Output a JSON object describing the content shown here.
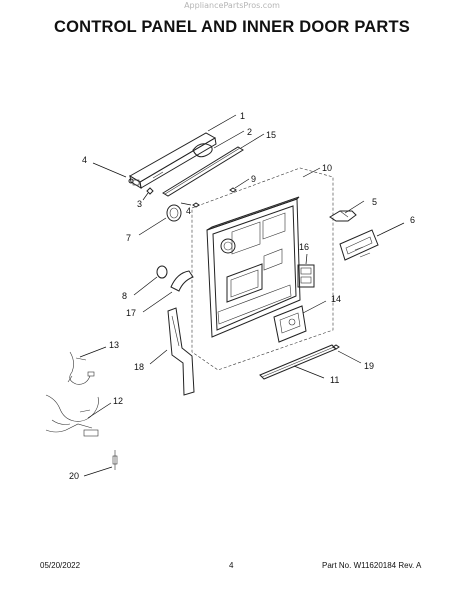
{
  "watermark": "AppliancePartsPros.com",
  "title": "CONTROL PANEL AND INNER DOOR PARTS",
  "callouts": [
    "1",
    "2",
    "15",
    "4",
    "3",
    "9",
    "10",
    "5",
    "6",
    "7",
    "4",
    "16",
    "8",
    "17",
    "14",
    "13",
    "18",
    "19",
    "11",
    "12",
    "20"
  ],
  "footer": {
    "date": "05/20/2022",
    "page": "4",
    "part_no": "Part No. W11620184  Rev. A"
  }
}
